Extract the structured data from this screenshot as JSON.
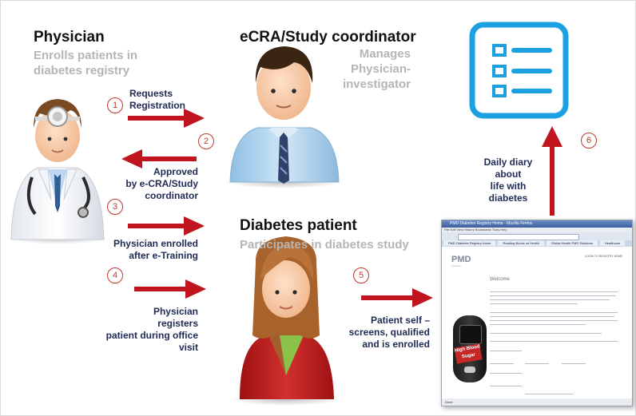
{
  "physician": {
    "title": "Physician",
    "subtitle_line1": "Enrolls patients in",
    "subtitle_line2": "diabetes registry"
  },
  "coordinator": {
    "title": "eCRA/Study coordinator",
    "subtitle_line1": "Manages",
    "subtitle_line2": "Physician-",
    "subtitle_line3": "investigator"
  },
  "patient": {
    "title": "Diabetes patient",
    "subtitle": "Participates in diabetes study"
  },
  "steps": [
    {
      "number": "1",
      "lines": [
        "Requests",
        "Registration"
      ]
    },
    {
      "number": "2",
      "lines": [
        "Approved",
        "by e-CRA/Study",
        "coordinator"
      ]
    },
    {
      "number": "3",
      "lines": [
        "Physician enrolled",
        "after e-Training"
      ]
    },
    {
      "number": "4",
      "lines": [
        "Physician",
        "registers",
        "patient during office",
        "visit"
      ]
    },
    {
      "number": "5",
      "lines": [
        "Patient self –",
        "screens, qualified",
        "and is enrolled"
      ]
    },
    {
      "number": "6",
      "lines": [
        "Daily diary",
        "about",
        "life with",
        "diabetes"
      ]
    }
  ],
  "browser": {
    "window_title": "PMD Diabetes Registry Home - Mozilla Firefox",
    "menu": "File  Edit  View  History  Bookmarks  Tools  Help",
    "tabs": [
      "PMD Diabetes Registry Home",
      "Reading Books on Health",
      "Global Health PMD Solutions",
      "Healthcare"
    ],
    "logo": "PMD",
    "logo_sub": "solutions",
    "login_text": "LOGIN TO REGISTRY HOME",
    "welcome": "Welcome",
    "meter_label": "High Blood Sugar",
    "status": "Done"
  },
  "colors": {
    "arrow": "#c0141e",
    "label": "#1f2a55",
    "checklist": "#1ba1e2",
    "muted_heading": "#b5b5b5"
  }
}
